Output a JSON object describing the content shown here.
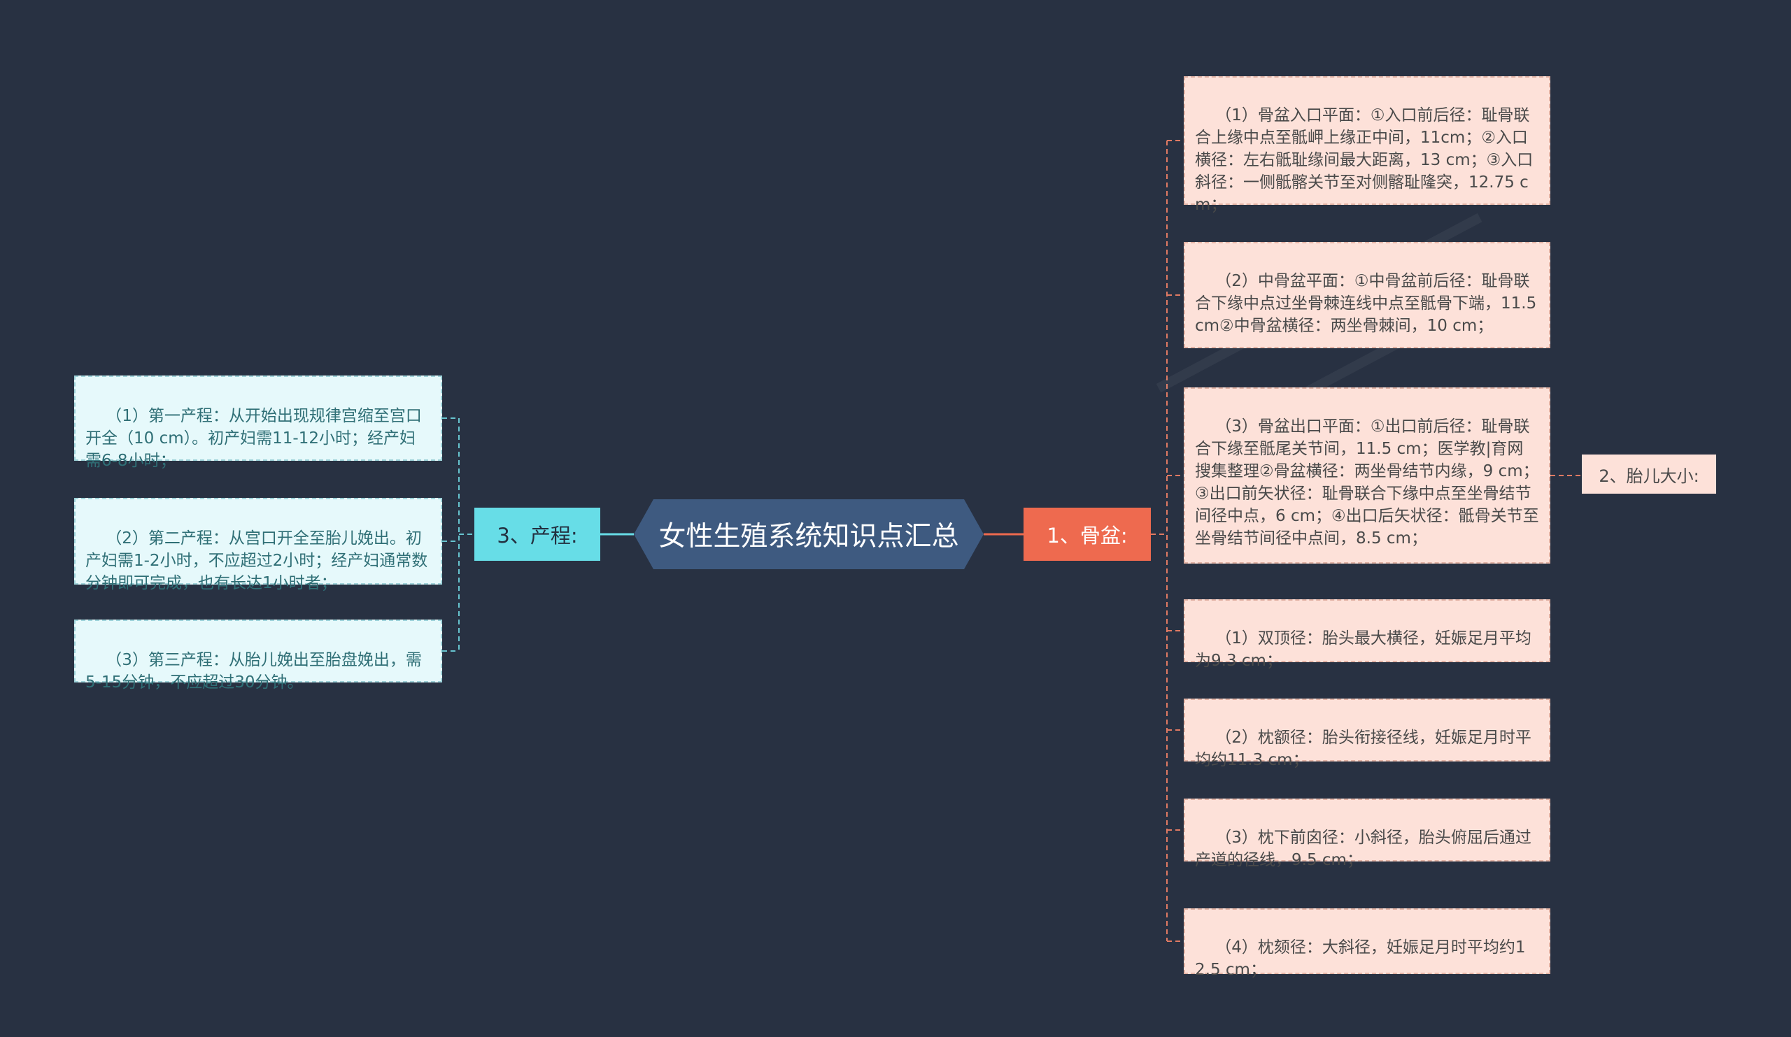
{
  "center": {
    "title": "女性生殖系统知识点汇总"
  },
  "pelvis": {
    "label": "1、骨盆:",
    "items": [
      "（1）骨盆入口平面：①入口前后径：耻骨联合上缘中点至骶岬上缘正中间，11cm；②入口横径：左右骶耻缘间最大距离，13 cm；③入口斜径：一侧骶髂关节至对侧髂耻隆突，12.75 cm；",
      "（2）中骨盆平面：①中骨盆前后径：耻骨联合下缘中点过坐骨棘连线中点至骶骨下端，11.5 cm②中骨盆横径：两坐骨棘间，10 cm；",
      "（3）骨盆出口平面：①出口前后径：耻骨联合下缘至骶尾关节间，11.5 cm；医学教|育网搜集整理②骨盆横径：两坐骨结节内缘，9 cm；③出口前矢状径：耻骨联合下缘中点至坐骨结节间径中点，6 cm；④出口后矢状径：骶骨关节至坐骨结节间径中点间，8.5 cm；",
      "（1）双顶径：胎头最大横径，妊娠足月平均为9.3 cm；",
      "（2）枕额径：胎头衔接径线，妊娠足月时平均约11.3 cm；",
      "（3）枕下前囟径：小斜径，胎头俯屈后通过产道的径线，9.5 cm；",
      "（4）枕颏径：大斜径，妊娠足月时平均约12.5 cm；"
    ]
  },
  "fetal": {
    "label": "2、胎儿大小:"
  },
  "labor": {
    "label": "3、产程:",
    "items": [
      "（1）第一产程：从开始出现规律宫缩至宫口开全（10 cm）。初产妇需11-12小时；经产妇需6-8小时；",
      "（2）第二产程：从宫口开全至胎儿娩出。初产妇需1-2小时，不应超过2小时；经产妇通常数分钟即可完成，也有长达1小时者；",
      "（3）第三产程：从胎儿娩出至胎盘娩出，需5-15分钟，不应超过30分钟。"
    ]
  },
  "colors": {
    "background": "#283142",
    "center": "#3e5a80",
    "pelvis": "#ee6a4f",
    "labor": "#67dde7",
    "leaf_right": "#fde1d9",
    "leaf_left": "#e6f9fb"
  }
}
